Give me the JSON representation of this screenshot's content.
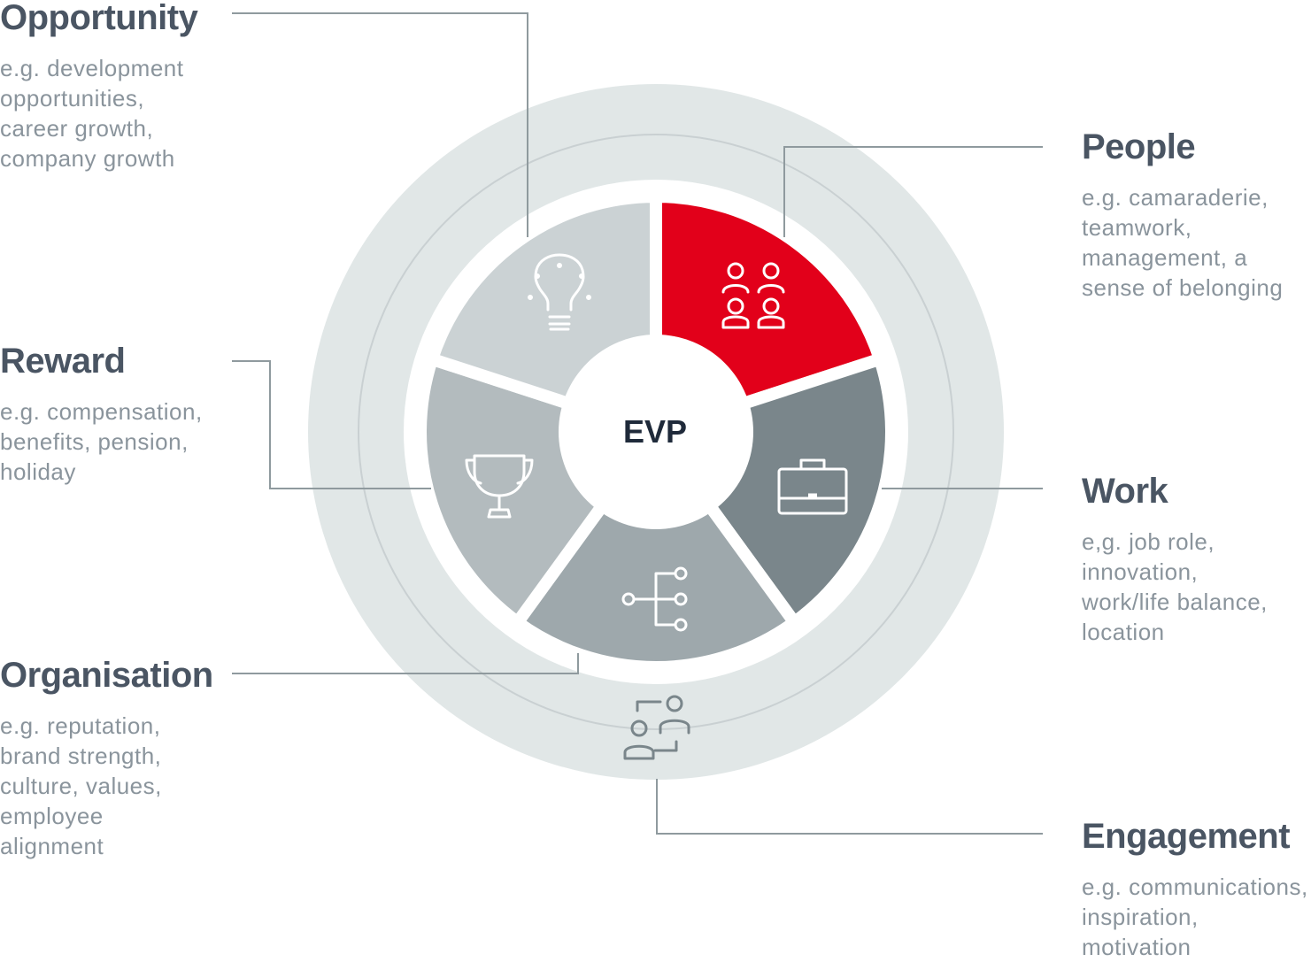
{
  "center": {
    "label": "EVP"
  },
  "colors": {
    "people": "#e2001a",
    "work": "#7a868b",
    "organisation": "#9ea8ac",
    "reward": "#b3bbbe",
    "opportunity": "#cbd2d4",
    "outer_ring": "#e1e7e7",
    "connector": "#8f9a9e"
  },
  "segments": [
    {
      "key": "people",
      "icon": "people-group-icon"
    },
    {
      "key": "work",
      "icon": "briefcase-icon"
    },
    {
      "key": "organisation",
      "icon": "org-chart-icon"
    },
    {
      "key": "reward",
      "icon": "trophy-icon"
    },
    {
      "key": "opportunity",
      "icon": "lightbulb-icon"
    }
  ],
  "outer_icon": "engagement-people-icon",
  "labels": {
    "opportunity": {
      "title": "Opportunity",
      "desc": "e.g. development\nopportunities,\ncareer growth,\ncompany growth"
    },
    "reward": {
      "title": "Reward",
      "desc": "e.g. compensation,\nbenefits, pension,\nholiday"
    },
    "organisation": {
      "title": "Organisation",
      "desc": "e.g. reputation,\nbrand strength,\nculture, values,\nemployee\nalignment"
    },
    "people": {
      "title": "People",
      "desc": "e.g. camaraderie,\nteamwork,\nmanagement, a\nsense of belonging"
    },
    "work": {
      "title": "Work",
      "desc": "e,g. job role,\ninnovation,\nwork/life balance,\nlocation"
    },
    "engagement": {
      "title": "Engagement",
      "desc": "e.g. communications,\ninspiration,\nmotivation"
    }
  }
}
